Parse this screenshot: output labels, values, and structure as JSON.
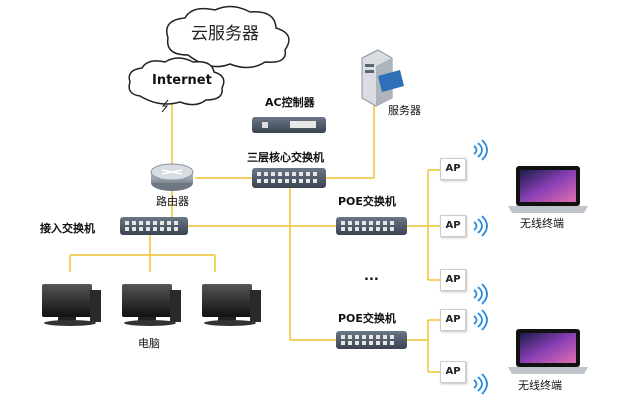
{
  "labels": {
    "cloud_service": "云服务器",
    "internet": "Internet",
    "ac_controller": "AC控制器",
    "server": "服务器",
    "core_switch": "三层核心交换机",
    "router": "路由器",
    "access_switch": "接入交换机",
    "poe_switch_top": "POE交换机",
    "poe_switch_bottom": "POE交换机",
    "ellipsis": "...",
    "computers": "电脑",
    "wireless_top": "无线终端",
    "wireless_bottom": "无线终端"
  },
  "aps": [
    "AP",
    "AP",
    "AP",
    "AP",
    "AP"
  ],
  "colors": {
    "link": "#f2c230",
    "switch_body": "#4a5568",
    "cloud_stroke": "#222222",
    "wifi": "#2a8ad8",
    "screen": "#7a3fae"
  },
  "icons": [
    "cloud-icon",
    "router-icon",
    "server-icon",
    "switch-icon",
    "pc-icon",
    "laptop-icon",
    "wifi-icon"
  ]
}
